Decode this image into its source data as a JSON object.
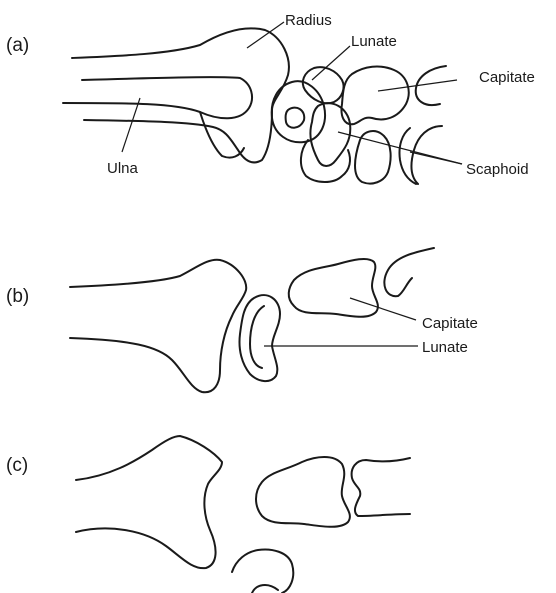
{
  "panels": [
    {
      "letter": "(a)",
      "labels": {
        "radius": "Radius",
        "lunate": "Lunate",
        "capitate": "Capitate",
        "ulna": "Ulna",
        "scaphoid": "Scaphoid"
      }
    },
    {
      "letter": "(b)",
      "labels": {
        "capitate": "Capitate",
        "lunate": "Lunate"
      }
    },
    {
      "letter": "(c)"
    }
  ]
}
